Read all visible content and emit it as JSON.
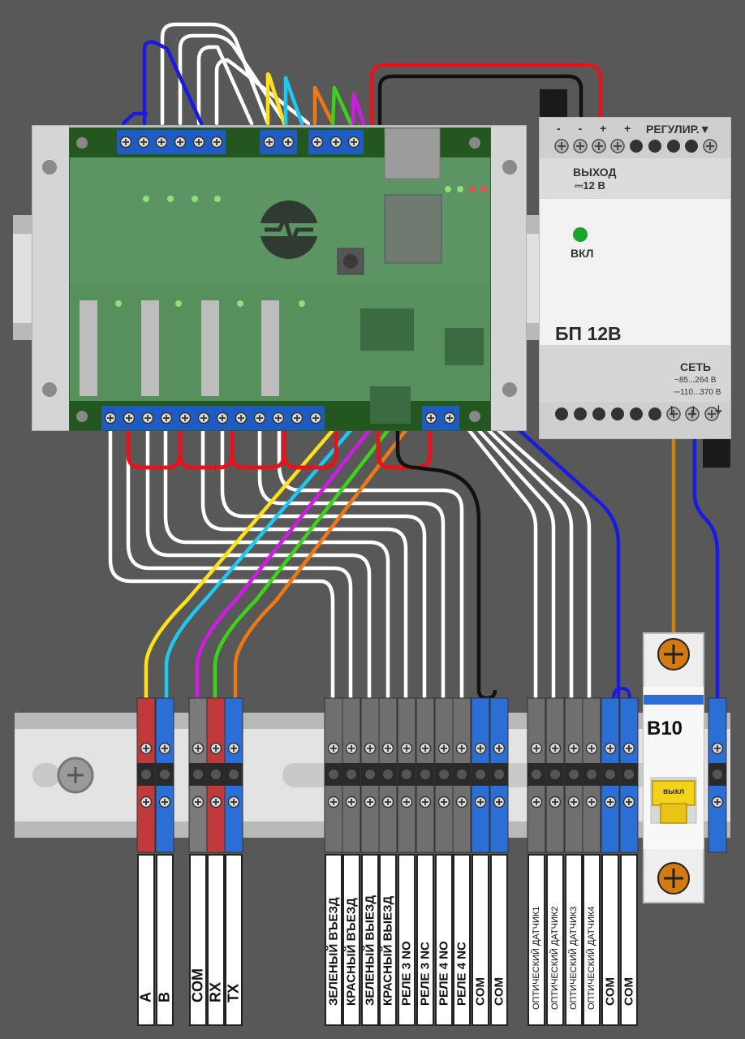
{
  "psu": {
    "top_terminals_label": "- - + +",
    "adjust_label": "РЕГУЛИР.▼",
    "output_label": "ВЫХОД",
    "output_voltage": "⎓12 В",
    "power_led_label": "ВКЛ",
    "model_label": "БП 12В",
    "mains_label": "СЕТЬ",
    "mains_ac_range": "~85...264 В",
    "mains_dc_range": "⎓110...370 В",
    "bottom_terminal_marks": "| | ⏚"
  },
  "breaker": {
    "rating_label": "B10",
    "switch_label": "выкл"
  },
  "terminal_labels": {
    "group1": [
      "A",
      "B"
    ],
    "group2": [
      "COM",
      "RX",
      "TX"
    ],
    "group3": [
      "ЗЕЛЕНЫЙ ВЪЕЗД",
      "КРАСНЫЙ ВЪЕЗД",
      "ЗЕЛЕНЫЙ ВЫЕЗД",
      "КРАСНЫЙ ВЫЕЗД",
      "РЕЛЕ 3 NO",
      "РЕЛЕ 3 NC",
      "РЕЛЕ 4 NO",
      "РЕЛЕ 4 NC",
      "COM",
      "COM"
    ],
    "group4": [
      "ОПТИЧЕСКИЙ ДАТЧИК1",
      "ОПТИЧЕСКИЙ ДАТЧИК2",
      "ОПТИЧЕСКИЙ ДАТЧИК3",
      "ОПТИЧЕСКИЙ ДАТЧИК4",
      "COM",
      "COM"
    ]
  },
  "colors": {
    "background": "#585858",
    "wire_red": "#e8121a",
    "wire_black": "#111111",
    "wire_white": "#ffffff",
    "wire_blue": "#1a1ae0",
    "wire_yellow": "#ffe11a",
    "wire_cyan": "#1ec8ee",
    "wire_magenta": "#d21ae6",
    "wire_green": "#3cd21a",
    "wire_orange": "#f07814",
    "wire_brown": "#c8860e",
    "terminal_blue": "#2b6fd6",
    "terminal_red": "#c0393b",
    "terminal_gray": "#7a7a7a",
    "pcb_green": "#3d7a45",
    "led_green": "#18a52b"
  },
  "icons": [
    "brand-logo-icon",
    "screw-icon",
    "ground-icon",
    "arrow-down-icon"
  ]
}
